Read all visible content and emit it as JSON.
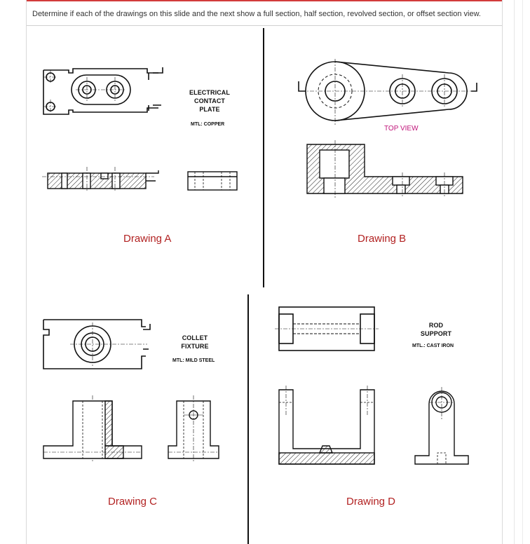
{
  "question": "Determine if each of the drawings on this slide and the next show a full section, half section, revolved section, or offset section view.",
  "captions": {
    "a": "Drawing A",
    "b": "Drawing B",
    "c": "Drawing C",
    "d": "Drawing D"
  },
  "labels": {
    "a_title": "ELECTRICAL CONTACT PLATE",
    "a_mtl": "MTL: COPPER",
    "b_view": "TOP VIEW",
    "c_title": "COLLET FIXTURE",
    "c_mtl": "MTL: MILD STEEL",
    "d_title": "ROD SUPPORT",
    "d_mtl": "MTL.: CAST IRON"
  },
  "colors": {
    "caption": "#b22222",
    "top_view": "#c0147a",
    "accent_bar": "#d23b3b"
  }
}
